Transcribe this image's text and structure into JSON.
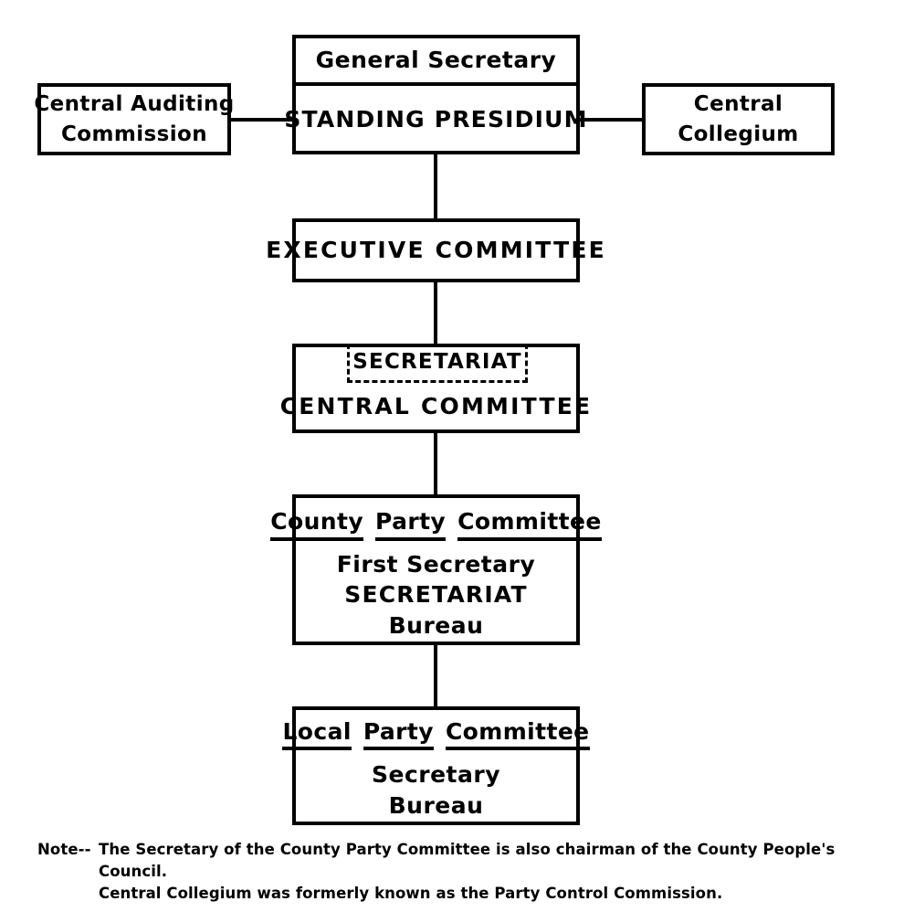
{
  "diagram": {
    "title_present": false,
    "colors": {
      "line": "#000000",
      "background": "#ffffff",
      "text": "#000000"
    },
    "nodes": {
      "central_auditing": {
        "line1": "Central Auditing",
        "line2": "Commission"
      },
      "top_box": {
        "upper": "General Secretary",
        "lower": "STANDING PRESIDIUM"
      },
      "central_collegium": {
        "line1": "Central",
        "line2": "Collegium"
      },
      "executive_committee": {
        "label": "EXECUTIVE COMMITTEE"
      },
      "central_committee": {
        "secretariat": "SECRETARIAT",
        "label": "CENTRAL COMMITTEE"
      },
      "county_party_committee": {
        "heading_words": [
          "County",
          "Party",
          "Committee"
        ],
        "line1": "First Secretary",
        "line2": "SECRETARIAT",
        "line3": "Bureau"
      },
      "local_party_committee": {
        "heading_words": [
          "Local",
          "Party",
          "Committee"
        ],
        "line1": "Secretary",
        "line2": "Bureau"
      }
    },
    "note": {
      "label": "Note--",
      "line1": "The Secretary of the County Party Committee is also chairman of the County People's",
      "line2": "Council.",
      "line3": "Central Collegium was formerly known as the Party Control Commission."
    }
  }
}
